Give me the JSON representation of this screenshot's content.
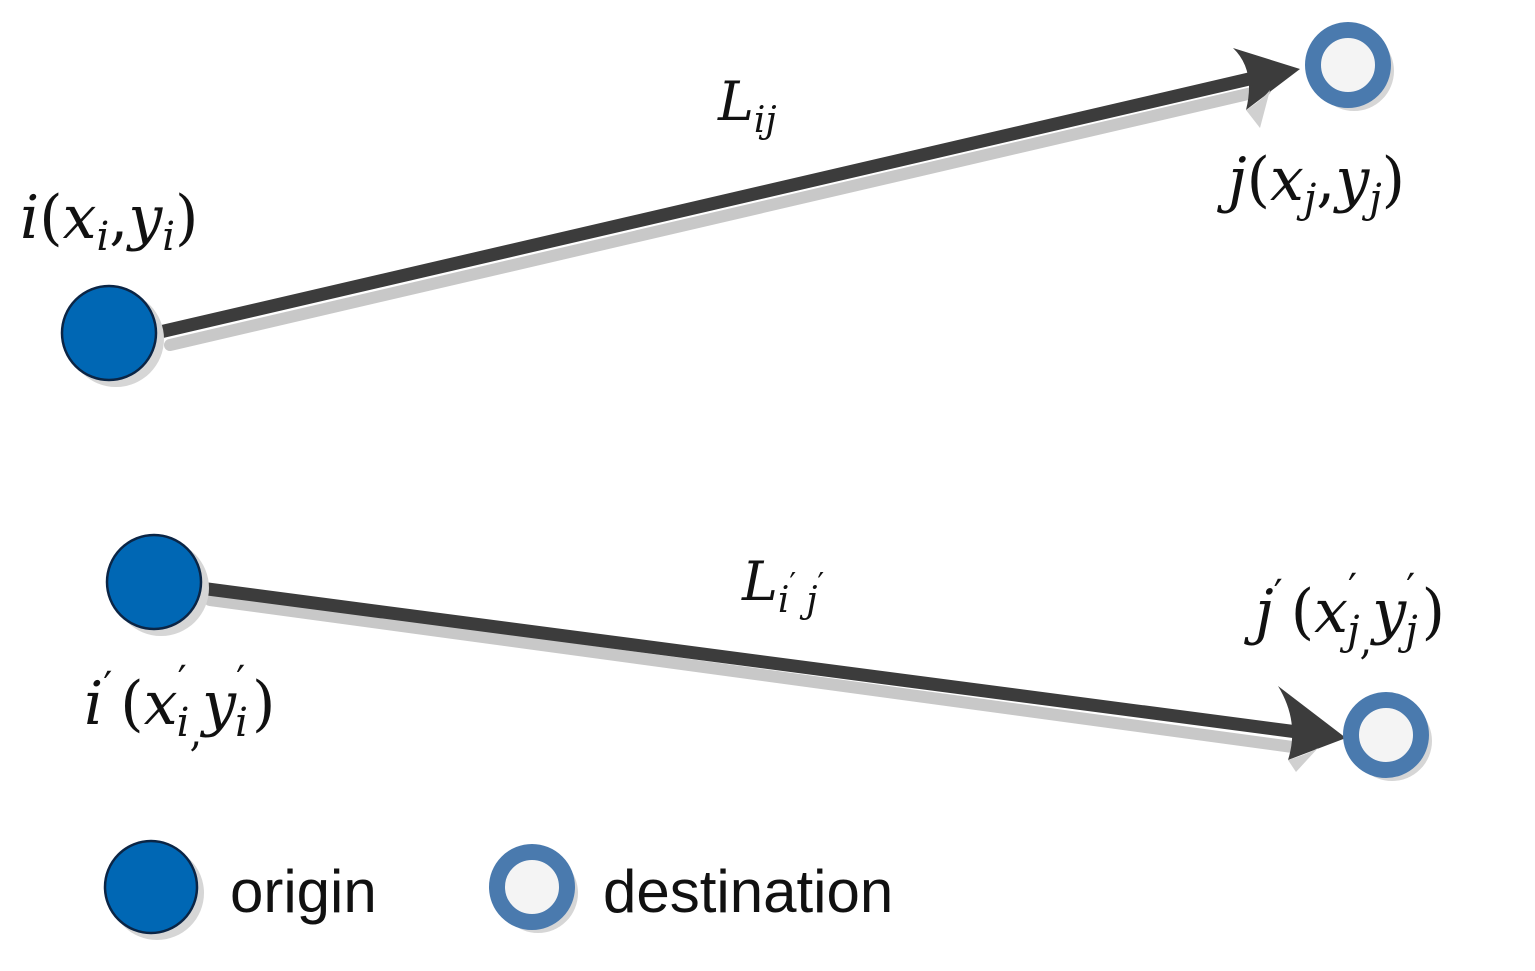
{
  "colors": {
    "origin_fill": "#0067B4",
    "origin_stroke": "#0B2545",
    "destination_ring": "#4A7AAE",
    "destination_fill": "#F4F4F4",
    "arrow": "#3C3C3C",
    "shadow": "#C8C8C8",
    "text": "#111111"
  },
  "trip1": {
    "origin_label": {
      "name": "i",
      "open": "(",
      "x": "x",
      "x_sub": "i",
      "comma": ",",
      "y": "y",
      "y_sub": "i",
      "close": ")"
    },
    "destination_label": {
      "name": "j",
      "open": "(",
      "x": "x",
      "x_sub": "j",
      "comma": ",",
      "y": "y",
      "y_sub": "j",
      "close": ")"
    },
    "edge_label": {
      "L": "L",
      "sub": "ij"
    }
  },
  "trip2": {
    "origin_label": {
      "name": "i",
      "prime": "′",
      "open": "(",
      "x": "x",
      "x_prime": "′",
      "x_sub": "i",
      "comma": ",",
      "y": "y",
      "y_prime": "′",
      "y_sub": "i",
      "close": ")"
    },
    "destination_label": {
      "name": "j",
      "prime": "′",
      "open": "(",
      "x": "x",
      "x_prime": "′",
      "x_sub": "j",
      "comma": ",",
      "y": "y",
      "y_prime": "′",
      "y_sub": "j",
      "close": ")"
    },
    "edge_label": {
      "L": "L",
      "sub_i": "i",
      "sub_i_prime": "′",
      "sub_j": "j",
      "sub_j_prime": "′"
    }
  },
  "legend": {
    "origin_label": "origin",
    "destination_label": "destination"
  }
}
